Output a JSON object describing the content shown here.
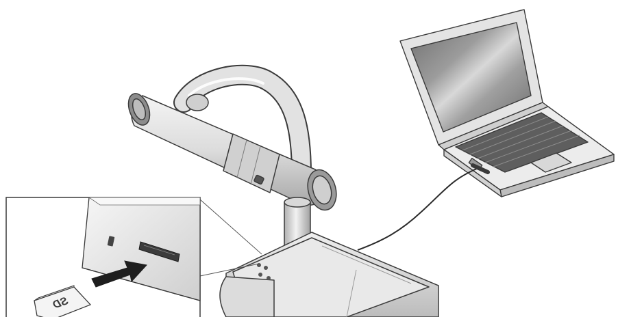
{
  "illustration": {
    "sd_card_label": "SD",
    "colors": {
      "outline": "#3a3a3a",
      "body_light": "#e6e6e6",
      "body_mid": "#c8c8c8",
      "body_dark": "#9a9a9a",
      "screen": "#8a8a8a",
      "arrow": "#1e1e1e",
      "cable": "#2a2a2a"
    },
    "icons": [
      "document-camera",
      "laptop",
      "sd-card",
      "insert-arrow",
      "usb-cable",
      "zoom-callout"
    ]
  }
}
